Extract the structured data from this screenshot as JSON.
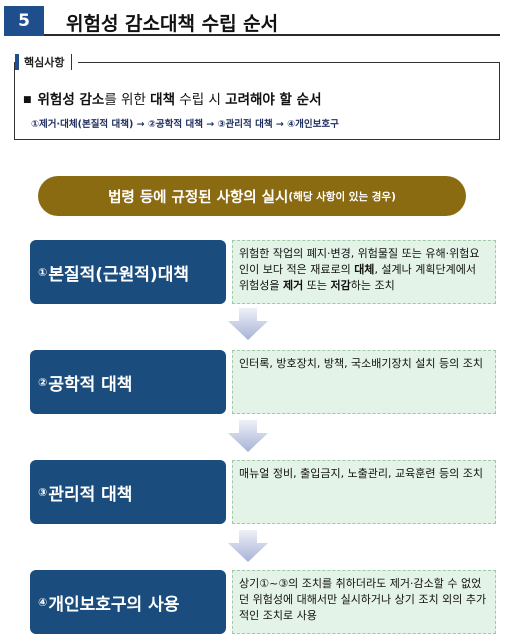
{
  "section": {
    "number": "5",
    "title": "위험성 감소대책 수립 순서"
  },
  "key_points": {
    "label": "핵심사항",
    "bullet": "■",
    "line1_parts": [
      "위험성 감소",
      "를 위한 ",
      "대책",
      " 수립 시 ",
      "고려해야 할 순서"
    ],
    "line2": "①제거·대체(본질적 대책) → ②공학적 대책 → ③관리적 대책 → ④개인보호구"
  },
  "banner": {
    "main": "법령 등에 규정된 사항의 실시",
    "note": "(해당 사항이 있는 경우)"
  },
  "steps": [
    {
      "num": "①",
      "title": "본질적(근원적)대책",
      "desc_parts": [
        "위험한 작업의 폐지·변경, 위험물질 또는 유해·위험요인이 보다 적은 재료로의 ",
        "대체",
        ", 설계나 계획단계에서 위험성을 ",
        "제거",
        " 또는 ",
        "저감",
        "하는 조치"
      ]
    },
    {
      "num": "②",
      "title": "공학적 대책",
      "desc": "인터록, 방호장치, 방책, 국소배기장치 설치 등의 조치"
    },
    {
      "num": "③",
      "title": "관리적 대책",
      "desc": "매뉴얼 정비, 출입금지, 노출관리, 교육훈련 등의 조치"
    },
    {
      "num": "④",
      "title": "개인보호구의 사용",
      "desc": "상기①~③의 조치를 취하더라도 제거·감소할 수 없었던 위험성에 대해서만 실시하거나 상기 조치 외의 추가적인 조치로 사용"
    }
  ],
  "colors": {
    "navy": "#1a4c7e",
    "banner_gold": "#8b6b12",
    "desc_bg": "#e4f3e7"
  }
}
